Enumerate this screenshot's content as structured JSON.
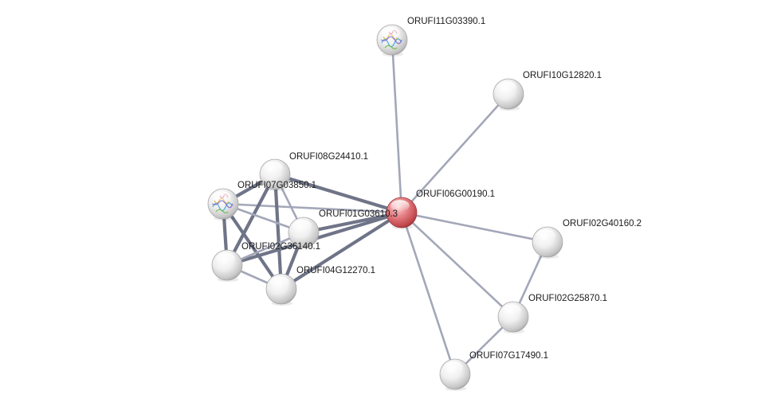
{
  "network": {
    "nodes": [
      {
        "id": "ORUFI06G00190.1",
        "label": "ORUFI06G00190.1",
        "type": "query",
        "color": "#d4676c"
      },
      {
        "id": "ORUFI11G03390.1",
        "label": "ORUFI11G03390.1",
        "type": "structure",
        "color": "#e6e6e6"
      },
      {
        "id": "ORUFI10G12820.1",
        "label": "ORUFI10G12820.1",
        "type": "plain",
        "color": "#e6e6e6"
      },
      {
        "id": "ORUFI08G24410.1",
        "label": "ORUFI08G24410.1",
        "type": "plain",
        "color": "#e6e6e6"
      },
      {
        "id": "ORUFI07G03850.1",
        "label": "ORUFI07G03850.1",
        "type": "structure",
        "color": "#e6e6e6"
      },
      {
        "id": "ORUFI01G03610.3",
        "label": "ORUFI01G03610.3",
        "type": "plain",
        "color": "#e6e6e6"
      },
      {
        "id": "ORUFI02G36140.1",
        "label": "ORUFI02G36140.1",
        "type": "plain",
        "color": "#e6e6e6"
      },
      {
        "id": "ORUFI04G12270.1",
        "label": "ORUFI04G12270.1",
        "type": "plain",
        "color": "#e6e6e6"
      },
      {
        "id": "ORUFI02G40160.2",
        "label": "ORUFI02G40160.2",
        "type": "plain",
        "color": "#e6e6e6"
      },
      {
        "id": "ORUFI02G25870.1",
        "label": "ORUFI02G25870.1",
        "type": "plain",
        "color": "#e6e6e6"
      },
      {
        "id": "ORUFI07G17490.1",
        "label": "ORUFI07G17490.1",
        "type": "plain",
        "color": "#e6e6e6"
      }
    ],
    "edges": [
      {
        "source": "ORUFI06G00190.1",
        "target": "ORUFI11G03390.1",
        "strength": "medium"
      },
      {
        "source": "ORUFI06G00190.1",
        "target": "ORUFI10G12820.1",
        "strength": "medium"
      },
      {
        "source": "ORUFI06G00190.1",
        "target": "ORUFI08G24410.1",
        "strength": "strong"
      },
      {
        "source": "ORUFI06G00190.1",
        "target": "ORUFI07G03850.1",
        "strength": "medium"
      },
      {
        "source": "ORUFI06G00190.1",
        "target": "ORUFI01G03610.3",
        "strength": "strong"
      },
      {
        "source": "ORUFI06G00190.1",
        "target": "ORUFI02G36140.1",
        "strength": "strong"
      },
      {
        "source": "ORUFI06G00190.1",
        "target": "ORUFI04G12270.1",
        "strength": "strong"
      },
      {
        "source": "ORUFI06G00190.1",
        "target": "ORUFI02G40160.2",
        "strength": "medium"
      },
      {
        "source": "ORUFI06G00190.1",
        "target": "ORUFI02G25870.1",
        "strength": "medium"
      },
      {
        "source": "ORUFI06G00190.1",
        "target": "ORUFI07G17490.1",
        "strength": "medium"
      },
      {
        "source": "ORUFI08G24410.1",
        "target": "ORUFI07G03850.1",
        "strength": "strong"
      },
      {
        "source": "ORUFI08G24410.1",
        "target": "ORUFI01G03610.3",
        "strength": "medium"
      },
      {
        "source": "ORUFI08G24410.1",
        "target": "ORUFI02G36140.1",
        "strength": "strong"
      },
      {
        "source": "ORUFI08G24410.1",
        "target": "ORUFI04G12270.1",
        "strength": "strong"
      },
      {
        "source": "ORUFI07G03850.1",
        "target": "ORUFI01G03610.3",
        "strength": "medium"
      },
      {
        "source": "ORUFI07G03850.1",
        "target": "ORUFI02G36140.1",
        "strength": "strong"
      },
      {
        "source": "ORUFI07G03850.1",
        "target": "ORUFI04G12270.1",
        "strength": "strong"
      },
      {
        "source": "ORUFI01G03610.3",
        "target": "ORUFI02G36140.1",
        "strength": "medium"
      },
      {
        "source": "ORUFI01G03610.3",
        "target": "ORUFI04G12270.1",
        "strength": "strong"
      },
      {
        "source": "ORUFI02G36140.1",
        "target": "ORUFI04G12270.1",
        "strength": "medium"
      },
      {
        "source": "ORUFI02G40160.2",
        "target": "ORUFI02G25870.1",
        "strength": "medium"
      },
      {
        "source": "ORUFI02G25870.1",
        "target": "ORUFI07G17490.1",
        "strength": "medium"
      }
    ]
  }
}
